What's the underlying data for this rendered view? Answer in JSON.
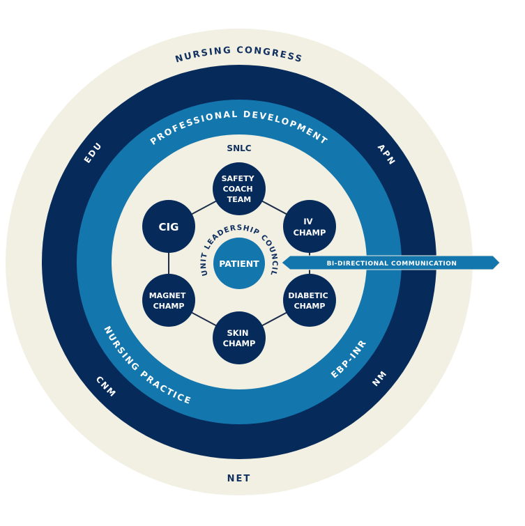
{
  "colors": {
    "outer_ring": "#f2efe3",
    "governance_ring": "#062b5b",
    "practice_ring": "#1376ad",
    "inner_field": "#f2efe3",
    "node_fill": "#062b5b",
    "patient_fill": "#1376ad",
    "connector": "#1d2d4a",
    "dark_text": "#10305f",
    "light_text": "#ffffff"
  },
  "outer_ring": {
    "top_label": "NURSING CONGRESS",
    "bottom_label": "NET"
  },
  "governance_ring": {
    "labels": [
      "EDU",
      "APN",
      "CNM",
      "NM"
    ]
  },
  "practice_ring": {
    "top_label": "PROFESSIONAL DEVELOPMENT",
    "bottom_left_label": "NURSING PRACTICE",
    "bottom_right_label": "EBP-INR"
  },
  "inner": {
    "top_label": "SNLC",
    "council_label": "UNIT LEADERSHIP COUNCIL",
    "center": "PATIENT",
    "nodes": [
      {
        "id": "safety",
        "lines": [
          "SAFETY",
          "COACH",
          "TEAM"
        ]
      },
      {
        "id": "iv",
        "lines": [
          "IV",
          "CHAMP"
        ]
      },
      {
        "id": "diabetic",
        "lines": [
          "DIABETIC",
          "CHAMP"
        ]
      },
      {
        "id": "skin",
        "lines": [
          "SKIN",
          "CHAMP"
        ]
      },
      {
        "id": "magnet",
        "lines": [
          "MAGNET",
          "CHAMP"
        ]
      },
      {
        "id": "cig",
        "lines": [
          "CIG"
        ]
      }
    ]
  },
  "arrow": {
    "label": "BI-DIRECTIONAL COMMUNICATION"
  }
}
